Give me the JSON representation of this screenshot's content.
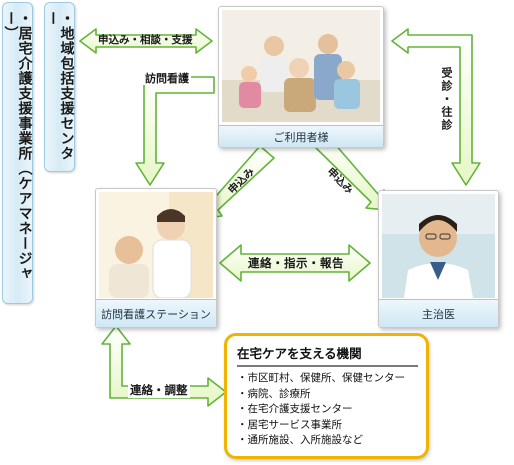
{
  "left_boxes": [
    {
      "text": "・居宅介護支援事業所（ケアマネージャー）"
    },
    {
      "text": "・地域包括支援センター"
    }
  ],
  "nodes": {
    "user": {
      "caption": "ご利用者様"
    },
    "station": {
      "caption": "訪問看護ステーション"
    },
    "doctor": {
      "caption": "主治医"
    }
  },
  "arrows": {
    "application": "申込み・相談・支援",
    "visit_nursing": "訪問看護",
    "consult": "受診・往診",
    "apply_left": "申込み",
    "apply_right": "申込み",
    "liaison": "連絡・指示・報告",
    "coordinate": "連絡・調整"
  },
  "info_box": {
    "title": "在宅ケアを支える機関",
    "items": [
      "・市区町村、保健所、保健センター",
      "・病院、診療所",
      "・在宅介護支援センター",
      "・居宅サービス事業所",
      "・通所施設、入所施設など"
    ]
  },
  "colors": {
    "arrow_fill": "#f4ffd8",
    "arrow_stroke": "#63b33a",
    "panel_fill": "#d6ebf5",
    "info_border": "#f0b400"
  }
}
